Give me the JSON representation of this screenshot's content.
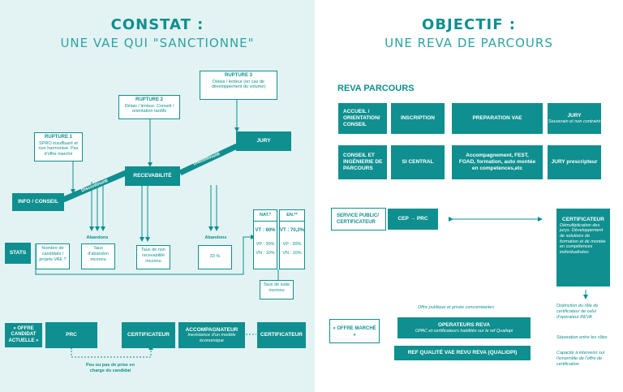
{
  "left": {
    "title": "CONSTAT :",
    "subtitle": "UNE VAE QUI \"SANCTIONNE\"",
    "rupture1": {
      "title": "RUPTURE 1",
      "text": "SPRO insuffisant et non harmonisé. Pas d'offre marché"
    },
    "rupture2": {
      "title": "RUPTURE 2",
      "text": "Délais / lenteur. Conseil / orientation tardifs"
    },
    "rupture3": {
      "title": "RUPTURE 3",
      "text": "Délais / lenteur (en cas de développement du volume)"
    },
    "info_conseil": "INFO / CONSEIL",
    "recevabilite": "RECEVABILITÉ",
    "jury": "JURY",
    "discontinuite": "Discontinuité",
    "abandons": "Abandons",
    "stats": "STATS",
    "stat_candidats": "Nombre de candidats / projets VAE ?",
    "stat_taux_abandon": "Taux d'abandon inconnu",
    "stat_non_recevabilite": "Taux de non recevabilité inconnu",
    "stat_33": "33 %",
    "nat_label": "NAT.*",
    "en_label": "EN.**",
    "nat": {
      "vt": "VT : 60%",
      "vp": "VP : 30%",
      "vn": "VN : 10%"
    },
    "en": {
      "vt": "VT : 70,2%",
      "vp": "VP : 30%",
      "vn": "VN : 10%"
    },
    "taux_suite": "Taux de suite inconnu",
    "offre_candidat": "« OFFRE CANDIDAT ACTUELLE »",
    "prc": "PRC",
    "certificateur": "CERTIFICATEUR",
    "accompagnateur": "ACCOMPAGNATEUR",
    "accompagnateur_sub": "Inexistence d'un modèle économique",
    "certificateur2": "CERTIFICATEUR",
    "peu_prise": "Peu ou pas de prise en charge du candidat"
  },
  "right": {
    "title": "OBJECTIF :",
    "subtitle": "UNE REVA DE PARCOURS",
    "reva_parcours": "REVA PARCOURS",
    "accueil": "ACCUEIL / ORIENTATION/ CONSEIL",
    "inscription": "INSCRIPTION",
    "preparation": "PREPARATION VAE",
    "jury": "JURY",
    "jury_sub": "Souverain et non contraint",
    "conseil_ing": "CONSEIL ET INGÉNIERIE DE PARCOURS",
    "si_central": "SI CENTRAL",
    "accompagnement": "Accompagnement, FEST, FOAD, formation, auto montée en competences,etc",
    "jury_prescripteur": "JURY prescripteur",
    "service_public": "SERVICE PUBLIC/ CERTIFICATEUR",
    "cep_prc": "CEP → PRC",
    "certificateur": "CERTIFICATEUR",
    "certificateur_sub": "Démultiplication des jurys. Développement de solutions de formation et de montée en compétences individualisées",
    "offre_publique": "Offre publique et privée concomitantes",
    "offre_marche": "« OFFRE MARCHÉ »",
    "operateurs": "OPERATEURS REVA",
    "operateurs_sub": "OPAC et certificateurs habilités sur le ref Qualiopi",
    "ref_qualite": "REF QUALITÉ VAE REVU REVA (QUALIOPI)",
    "notes": [
      "Distinction du rôle de certificateur de celui d'opérateur REVA",
      "Séparation entre les rôles",
      "Capacité à intervenir sur l'ensemble de l'offre de certification"
    ]
  },
  "colors": {
    "teal": "#0f8f8f",
    "light_bg": "#e3f3f3"
  }
}
